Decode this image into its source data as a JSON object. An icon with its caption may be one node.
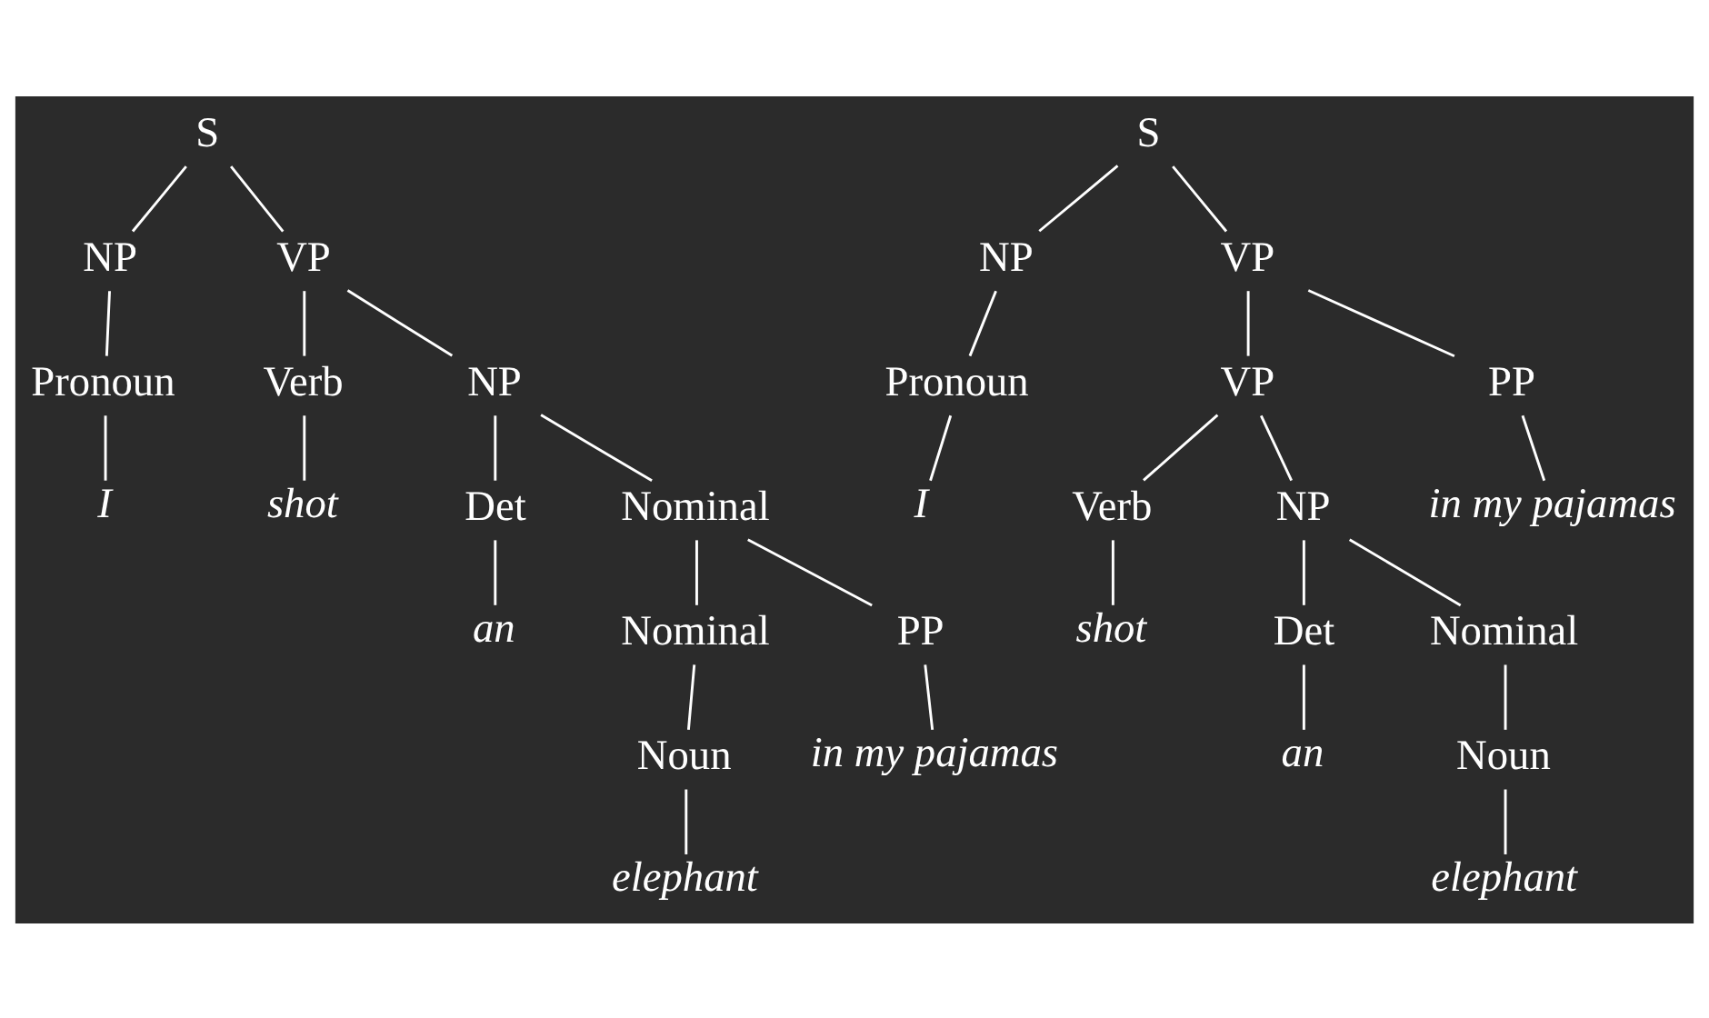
{
  "diagram": {
    "nodes": [
      {
        "text": [
          "S"
        ]
      },
      {
        "text": [
          "NP"
        ]
      },
      {
        "text": [
          "VP"
        ]
      },
      {
        "text": [
          "Pronoun"
        ]
      },
      {
        "text": [
          "Verb"
        ]
      },
      {
        "text": [
          "NP"
        ]
      },
      {
        "text": [
          "I"
        ]
      },
      {
        "text": [
          "shot"
        ]
      },
      {
        "text": [
          "Det"
        ]
      },
      {
        "text": [
          "Nominal"
        ]
      },
      {
        "text": [
          "an"
        ]
      },
      {
        "text": [
          "Nominal"
        ]
      },
      {
        "text": [
          "PP"
        ]
      },
      {
        "text": [
          "Noun"
        ]
      },
      {
        "text": [
          "in my pajamas"
        ]
      },
      {
        "text": [
          "elephant"
        ]
      },
      {
        "text": [
          "S"
        ]
      },
      {
        "text": [
          "NP"
        ]
      },
      {
        "text": [
          "VP"
        ]
      },
      {
        "text": [
          "Pronoun"
        ]
      },
      {
        "text": [
          "VP"
        ]
      },
      {
        "text": [
          "PP"
        ]
      },
      {
        "text": [
          "I"
        ]
      },
      {
        "text": [
          "Verb"
        ]
      },
      {
        "text": [
          "NP"
        ]
      },
      {
        "text": [
          "in my pajamas"
        ]
      },
      {
        "text": [
          "shot"
        ]
      },
      {
        "text": [
          "Det"
        ]
      },
      {
        "text": [
          "Nominal"
        ]
      },
      {
        "text": [
          "an"
        ]
      },
      {
        "text": [
          "Noun"
        ]
      },
      {
        "text": [
          "elephant"
        ]
      }
    ],
    "edges": [
      {
        "from": 0,
        "to": 1,
        "arrow": "none"
      },
      {
        "from": 0,
        "to": 2,
        "arrow": "none"
      },
      {
        "from": 1,
        "to": 3,
        "arrow": "none"
      },
      {
        "from": 2,
        "to": 4,
        "arrow": "none"
      },
      {
        "from": 2,
        "to": 5,
        "arrow": "none"
      },
      {
        "from": 3,
        "to": 6,
        "arrow": "none"
      },
      {
        "from": 4,
        "to": 7,
        "arrow": "none"
      },
      {
        "from": 5,
        "to": 8,
        "arrow": "none"
      },
      {
        "from": 5,
        "to": 9,
        "arrow": "none"
      },
      {
        "from": 8,
        "to": 10,
        "arrow": "none"
      },
      {
        "from": 9,
        "to": 11,
        "arrow": "none"
      },
      {
        "from": 9,
        "to": 12,
        "arrow": "none"
      },
      {
        "from": 11,
        "to": 13,
        "arrow": "none"
      },
      {
        "from": 12,
        "to": 14,
        "arrow": "none"
      },
      {
        "from": 13,
        "to": 15,
        "arrow": "none"
      },
      {
        "from": 16,
        "to": 17,
        "arrow": "none"
      },
      {
        "from": 16,
        "to": 18,
        "arrow": "none"
      },
      {
        "from": 17,
        "to": 19,
        "arrow": "none"
      },
      {
        "from": 18,
        "to": 20,
        "arrow": "none"
      },
      {
        "from": 18,
        "to": 21,
        "arrow": "none"
      },
      {
        "from": 19,
        "to": 22,
        "arrow": "none"
      },
      {
        "from": 20,
        "to": 23,
        "arrow": "none"
      },
      {
        "from": 20,
        "to": 24,
        "arrow": "none"
      },
      {
        "from": 21,
        "to": 25,
        "arrow": "none"
      },
      {
        "from": 23,
        "to": 26,
        "arrow": "none"
      },
      {
        "from": 24,
        "to": 27,
        "arrow": "none"
      },
      {
        "from": 24,
        "to": 28,
        "arrow": "none"
      },
      {
        "from": 27,
        "to": 29,
        "arrow": "none"
      },
      {
        "from": 28,
        "to": 30,
        "arrow": "none"
      },
      {
        "from": 30,
        "to": 31,
        "arrow": "none"
      }
    ]
  }
}
